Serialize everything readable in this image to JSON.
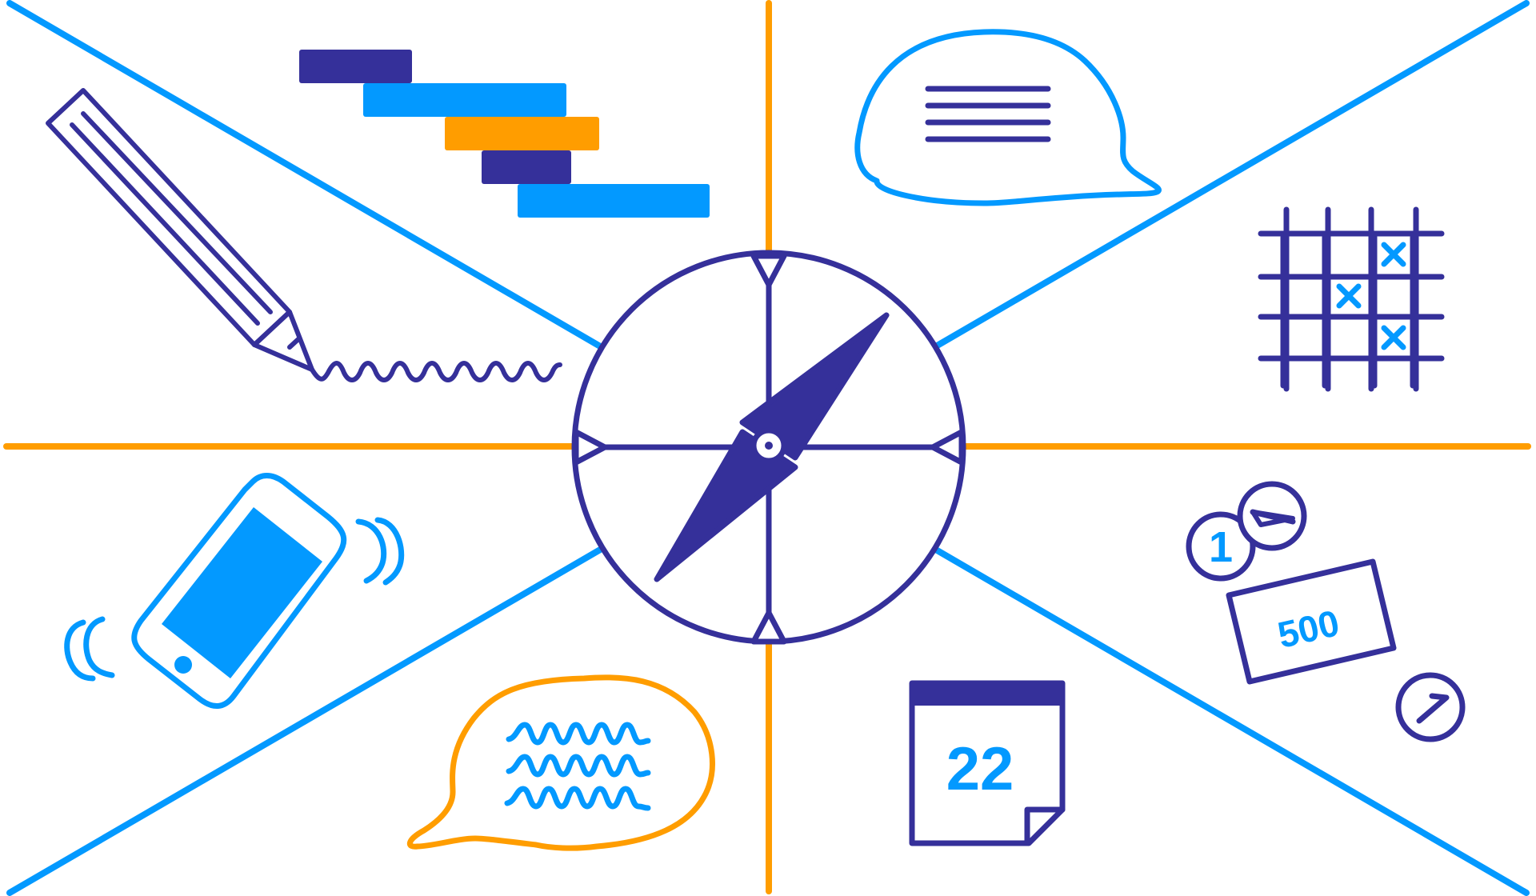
{
  "colors": {
    "navy": "#35309a",
    "blue": "#0399ff",
    "orange": "#ff9d00",
    "background": "#ffffff"
  },
  "icons": [
    "compass-icon",
    "pencil-icon",
    "gantt-chart-icon",
    "speech-bubble-lines-icon",
    "tic-tac-toe-grid-icon",
    "smartphone-vibrating-icon",
    "speech-bubble-wavy-icon",
    "calendar-icon",
    "coins-and-banknote-icon"
  ],
  "calendar": {
    "day": "22"
  },
  "coins": {
    "small_coin": "1",
    "banknote": "500"
  }
}
